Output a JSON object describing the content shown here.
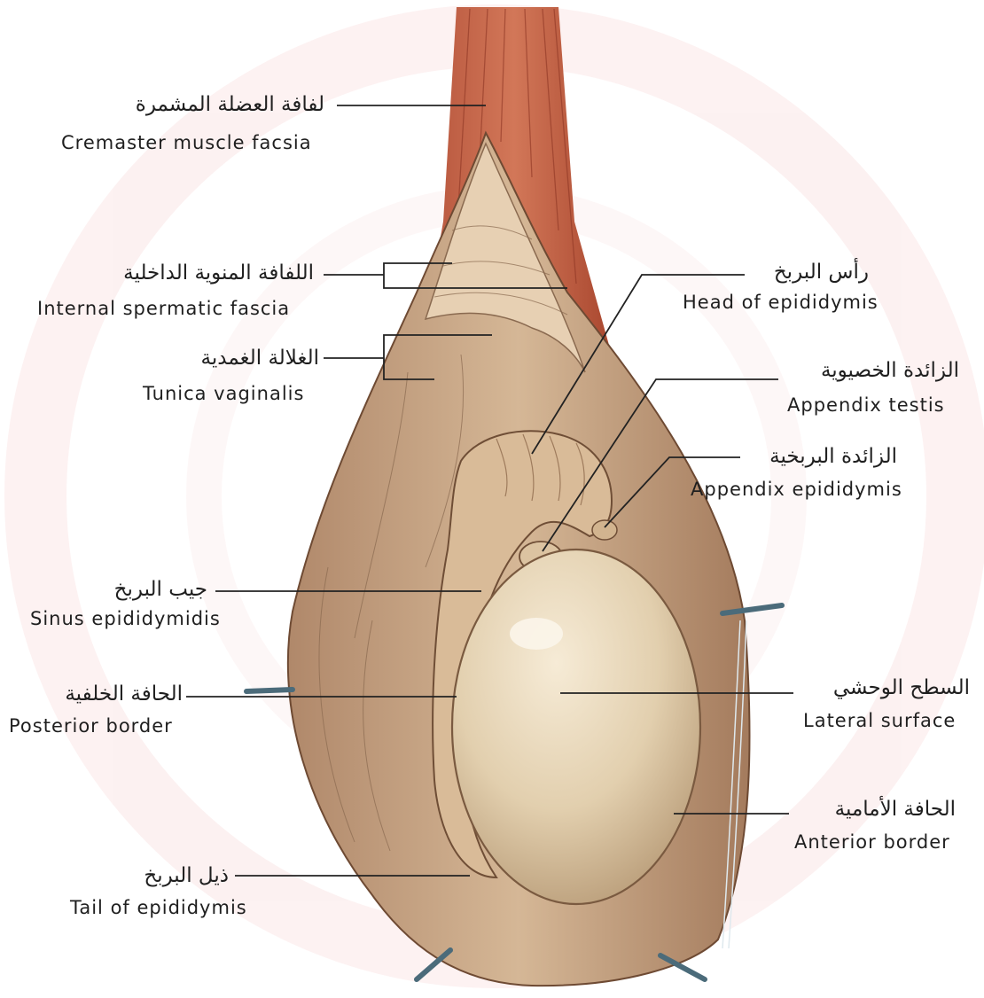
{
  "labels": {
    "cremaster": {
      "ar": "لفافة العضلة المشمرة",
      "en": "Cremaster muscle facsia"
    },
    "internal_spermatic": {
      "ar": "اللفافة المنوية الداخلية",
      "en": "Internal spermatic fascia"
    },
    "tunica_vaginalis": {
      "ar": "الغلالة الغمدية",
      "en": "Tunica vaginalis"
    },
    "sinus": {
      "ar": "جيب البربخ",
      "en": "Sinus epididymidis"
    },
    "posterior_border": {
      "ar": "الحافة الخلفية",
      "en": "Posterior border"
    },
    "tail": {
      "ar": "ذيل البربخ",
      "en": "Tail of epididymis"
    },
    "head": {
      "ar": "رأس البربخ",
      "en": "Head of epididymis"
    },
    "appendix_testis": {
      "ar": "الزائدة الخصيوية",
      "en": "Appendix testis"
    },
    "appendix_epididymis": {
      "ar": "الزائدة البربخية",
      "en": "Appendix epididymis"
    },
    "lateral_surface": {
      "ar": "السطح الوحشي",
      "en": "Lateral surface"
    },
    "anterior_border": {
      "ar": "الحافة الأمامية",
      "en": "Anterior border"
    }
  }
}
